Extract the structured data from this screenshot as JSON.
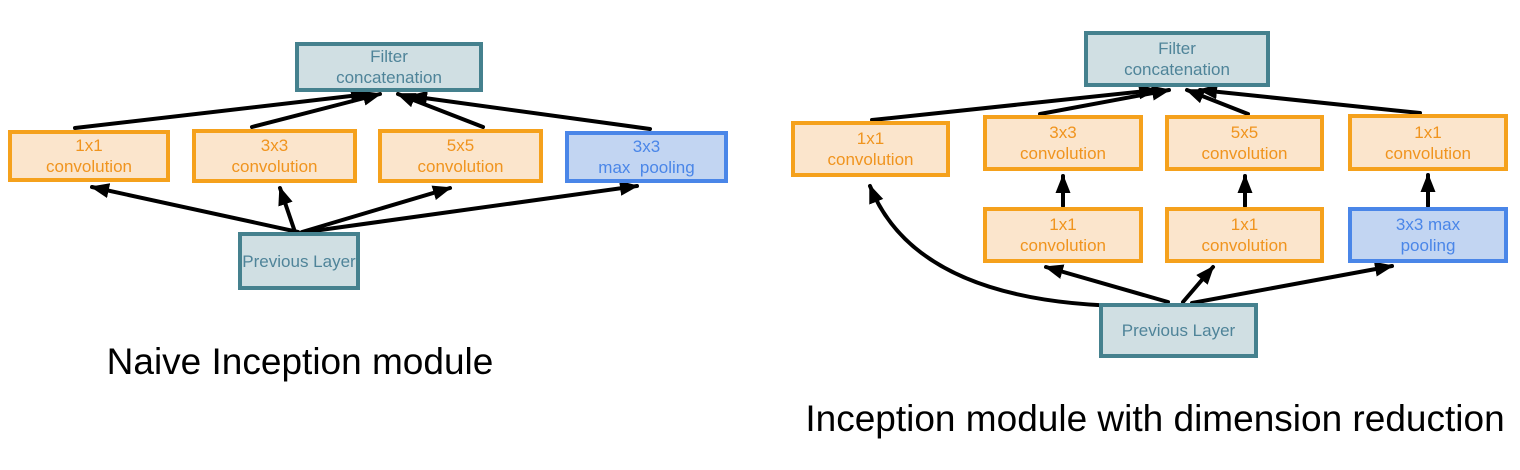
{
  "figure": {
    "description_left_caption": "Naive Inception module",
    "description_right_caption": "Inception module with dimension reduction"
  },
  "colors": {
    "conv_border": "#F5A11C",
    "conv_fill": "#FBE5CC",
    "conv_text": "#F0941E",
    "pool_border": "#4A86E8",
    "pool_fill": "#C2D5F2",
    "pool_text": "#4A86E8",
    "teal_border": "#45818E",
    "teal_fill": "#D0DFE3",
    "teal_text": "#4F8499",
    "arrow": "#000000",
    "background": "#FFFFFF",
    "caption_text": "#000000"
  },
  "left": {
    "caption": "Naive Inception module",
    "filter_concatenation": {
      "line1": "Filter",
      "line2": "concatenation"
    },
    "previous_layer": "Previous Layer",
    "branches": [
      {
        "line1": "1x1",
        "line2": "convolution"
      },
      {
        "line1": "3x3",
        "line2": "convolution"
      },
      {
        "line1": "5x5",
        "line2": "convolution"
      },
      {
        "line1": "3x3",
        "line2": "max  pooling"
      }
    ]
  },
  "right": {
    "caption": "Inception module with dimension reduction",
    "filter_concatenation": {
      "line1": "Filter",
      "line2": "concatenation"
    },
    "previous_layer": "Previous Layer",
    "top_row": [
      {
        "line1": "1x1",
        "line2": "convolution"
      },
      {
        "line1": "3x3",
        "line2": "convolution"
      },
      {
        "line1": "5x5",
        "line2": "convolution"
      },
      {
        "line1": "1x1",
        "line2": "convolution"
      }
    ],
    "mid_row": [
      {
        "line1": "1x1",
        "line2": "convolution"
      },
      {
        "line1": "1x1",
        "line2": "convolution"
      },
      {
        "line1": "3x3 max",
        "line2": "pooling"
      }
    ]
  }
}
